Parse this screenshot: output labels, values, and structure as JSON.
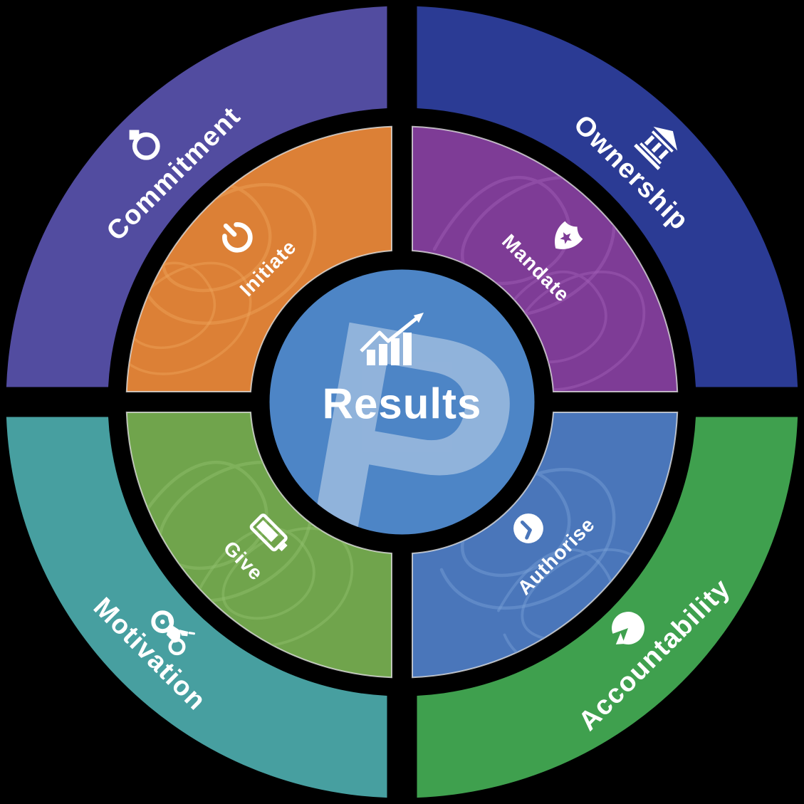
{
  "background": "#000000",
  "center": {
    "label": "Results",
    "color": "#4D85C6",
    "watermark_letter": "P",
    "watermark_color": "#6E9BD4",
    "text_color": "#FFFFFF",
    "icon": "bar-chart-rising-arrow-icon"
  },
  "inner_ring": {
    "segments": [
      {
        "label": "Initiate",
        "icon": "power-icon",
        "color": "#DC8036",
        "squiggle_color": "#EDA35C",
        "position": "top-left"
      },
      {
        "label": "Mandate",
        "icon": "police-badge-icon",
        "color": "#7E3C96",
        "squiggle_color": "#A160B8",
        "position": "top-right"
      },
      {
        "label": "Give",
        "icon": "battery-icon",
        "color": "#70A44C",
        "squiggle_color": "#93C26E",
        "position": "bottom-left"
      },
      {
        "label": "Authorise",
        "icon": "clock-icon",
        "color": "#4A76BA",
        "squiggle_color": "#7BA2D8",
        "position": "bottom-right"
      }
    ]
  },
  "outer_ring": {
    "segments": [
      {
        "label": "Commitment",
        "icon": "ring-icon",
        "color": "#524CA0",
        "position": "top-left"
      },
      {
        "label": "Ownership",
        "icon": "bank-icon",
        "color": "#2B3B94",
        "position": "top-right"
      },
      {
        "label": "Motivation",
        "icon": "motorcycle-icon",
        "color": "#479FA0",
        "position": "bottom-left"
      },
      {
        "label": "Accountability",
        "icon": "pie-chart-icon",
        "color": "#3FA04E",
        "position": "bottom-right"
      }
    ]
  }
}
